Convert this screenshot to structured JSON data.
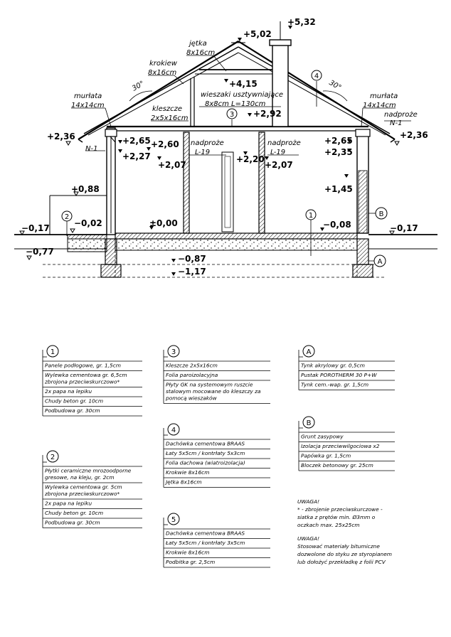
{
  "section": {
    "labels": {
      "jetka": "jętka",
      "jetka_size": "8x16cm",
      "krokiew": "krokiew",
      "krokiew_size": "8x16cm",
      "murlata_l": "murłata",
      "murlata_l_size": "14x14cm",
      "murlata_r": "murłata",
      "murlata_r_size": "14x14cm",
      "wieszaki": "wieszaki usztywniające",
      "wieszaki_size": "8x8cm  L=130cm",
      "kleszcze": "kleszcze",
      "kleszcze_size": "2x5x16cm",
      "nadproze_l": "nadproże",
      "nadproze_l_type": "L-19",
      "nadproze_c": "nadproże",
      "nadproze_c_type": "L-19",
      "nadproze_r": "nadproże",
      "nadproze_r_type": "N-1",
      "n1_left": "N-1",
      "angle_l": "30°",
      "angle_r": "30°"
    },
    "elevations": {
      "ridge": "+5,02",
      "chimney": "+5,32",
      "e415": "+4,15",
      "e292": "+2,92",
      "e236l": "+2,36",
      "e236r": "+2,36",
      "e265l": "+2,65",
      "e227": "+2,27",
      "e260": "+2,60",
      "e207l": "+2,07",
      "e220": "+2,20",
      "e207c": "+2,07",
      "e265r": "+2,65",
      "e235": "+2,35",
      "e145": "+1,45",
      "e088": "+0,88",
      "m002": "−0,02",
      "zero": "±0,00",
      "m008": "−0,08",
      "m017l": "−0,17",
      "m017r": "−0,17",
      "m077": "−0,77",
      "m087": "−0,87",
      "m117": "−1,17"
    },
    "markers": {
      "m1": "1",
      "m2": "2",
      "m3": "3",
      "m4": "4",
      "mA": "A",
      "mB": "B"
    }
  },
  "legend": {
    "box1": {
      "id": "1",
      "rows": [
        [
          "Panele podłogowe, gr. 1,5cm"
        ],
        [
          "Wylewka cementowa gr. 6,5cm",
          "zbrojona przeciwskurczowo*"
        ],
        [
          "2x papa na lepiku"
        ],
        [
          "Chudy beton gr. 10cm"
        ],
        [
          "Podbudowa gr. 30cm"
        ]
      ]
    },
    "box2": {
      "id": "2",
      "rows": [
        [
          "Płytki ceramiczne mrozoodporne",
          "gresowe, na kleju, gr. 2cm"
        ],
        [
          "Wylewka cementowa gr. 5cm",
          "zbrojona przeciwskurczowo*"
        ],
        [
          "2x papa na lepiku"
        ],
        [
          "Chudy beton gr. 10cm"
        ],
        [
          "Podbudowa gr. 30cm"
        ]
      ]
    },
    "box3": {
      "id": "3",
      "rows": [
        [
          "Kleszcze 2x5x16cm"
        ],
        [
          "Folia paroizolacyjna"
        ],
        [
          "Płyty GK na systemowym ruszcie",
          "stalowym mocowane do kleszczy za",
          "pomocą wieszaków"
        ]
      ]
    },
    "box4": {
      "id": "4",
      "rows": [
        [
          "Dachówka cementowa BRAAS"
        ],
        [
          "Łaty 5x5cm / kontrłaty 5x3cm"
        ],
        [
          "Folia dachowa (wiatroizolacja)"
        ],
        [
          "Krokwie 8x16cm"
        ],
        [
          "Jętka 8x16cm"
        ]
      ]
    },
    "box5": {
      "id": "5",
      "rows": [
        [
          "Dachówka cementowa BRAAS"
        ],
        [
          "Łaty 5x5cm / kontrłaty 3x5cm"
        ],
        [
          "Krokwie 8x16cm"
        ],
        [
          "Podbitka gr. 2,5cm"
        ]
      ]
    },
    "boxA": {
      "id": "A",
      "rows": [
        [
          "Tynk akrylowy gr. 0,5cm"
        ],
        [
          "Pustak POROTHERM 30 P+W"
        ],
        [
          "Tynk cem.-wap. gr. 1,5cm"
        ]
      ]
    },
    "boxB": {
      "id": "B",
      "rows": [
        [
          "Grunt zasypowy"
        ],
        [
          "Izolacja przeciwwilgociowa x2"
        ],
        [
          "Papówka gr. 1,5cm"
        ],
        [
          "Bloczek betonowy gr. 25cm"
        ]
      ]
    },
    "note1": {
      "title": "UWAGA!",
      "lines": [
        "* - zbrojenie przeciwskurczowe -",
        "siatka z prętów min. Ø3mm o",
        "oczkach max. 25x25cm"
      ]
    },
    "note2": {
      "title": "UWAGA!",
      "lines": [
        "Stosować materiały bitumiczne",
        "dozwolone do styku ze styropianem",
        "lub dołożyć przekładkę z folii PCV"
      ]
    }
  }
}
